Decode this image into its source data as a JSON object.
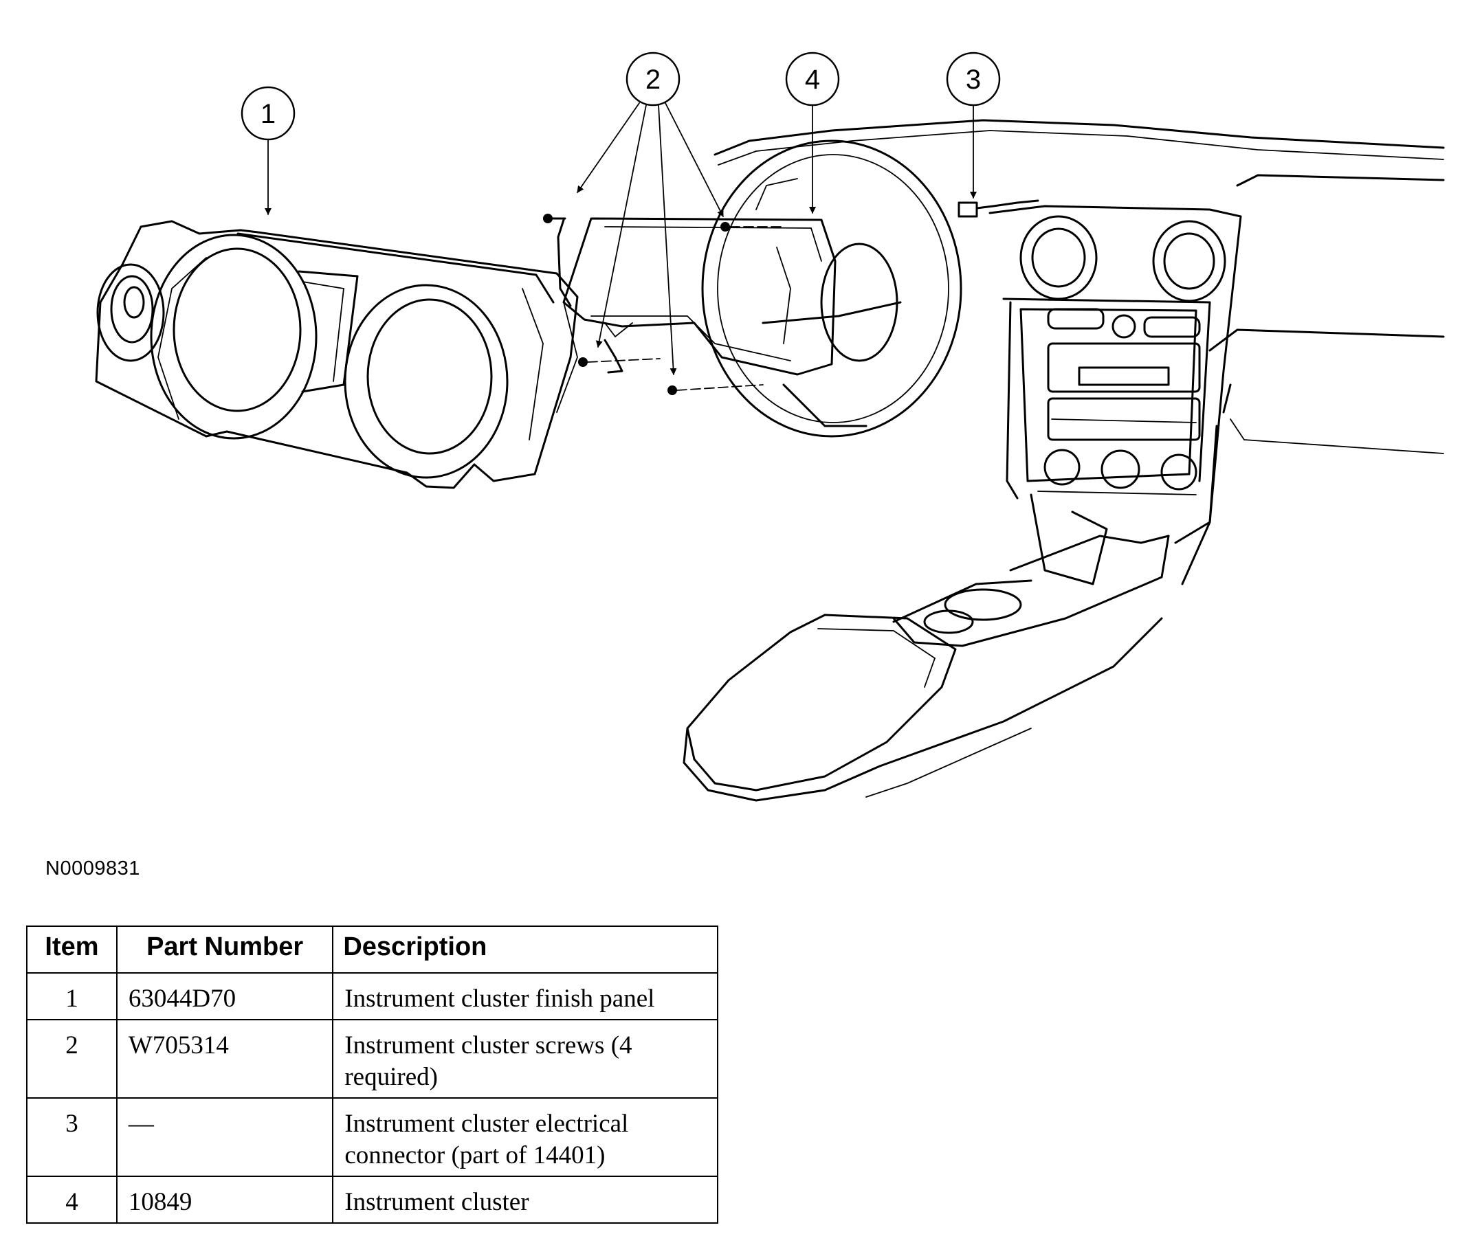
{
  "callouts": [
    "1",
    "2",
    "4",
    "3"
  ],
  "figure_id": "N0009831",
  "table": {
    "headers": {
      "item": "Item",
      "part_number": "Part Number",
      "description": "Description"
    },
    "rows": [
      {
        "item": "1",
        "part_number": "63044D70",
        "description": "Instrument cluster finish panel"
      },
      {
        "item": "2",
        "part_number": "W705314",
        "description": "Instrument cluster screws (4 required)"
      },
      {
        "item": "3",
        "part_number": "—",
        "description": "Instrument cluster electrical connector (part of 14401)"
      },
      {
        "item": "4",
        "part_number": "10849",
        "description": "Instrument cluster"
      }
    ]
  }
}
